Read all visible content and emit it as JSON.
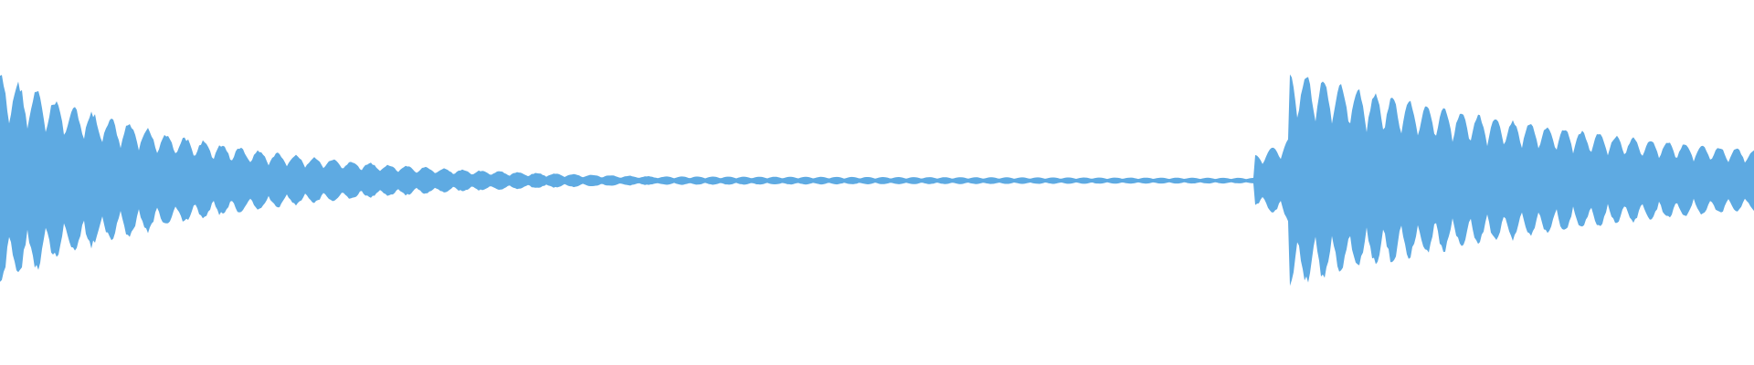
{
  "waveform": {
    "color": "#5eaae2",
    "background": "#ffffff",
    "duration_fraction_start": 0.0,
    "duration_fraction_end": 1.0,
    "segments": [
      {
        "name": "burst-1-decay",
        "start": 0.0,
        "end": 0.38,
        "peak": 0.78,
        "end_peak": 0.03,
        "cycles": 36,
        "noise": 0.1
      },
      {
        "name": "near-silence",
        "start": 0.38,
        "end": 0.715,
        "peak": 0.03,
        "end_peak": 0.02,
        "cycles": 38,
        "noise": 0.0
      },
      {
        "name": "burst-2-onset",
        "start": 0.715,
        "end": 0.735,
        "peak": 0.18,
        "end_peak": 0.3,
        "cycles": 2,
        "noise": 0.0
      },
      {
        "name": "burst-2-decay",
        "start": 0.735,
        "end": 1.0,
        "peak": 0.8,
        "end_peak": 0.22,
        "cycles": 27,
        "noise": 0.06
      }
    ]
  }
}
